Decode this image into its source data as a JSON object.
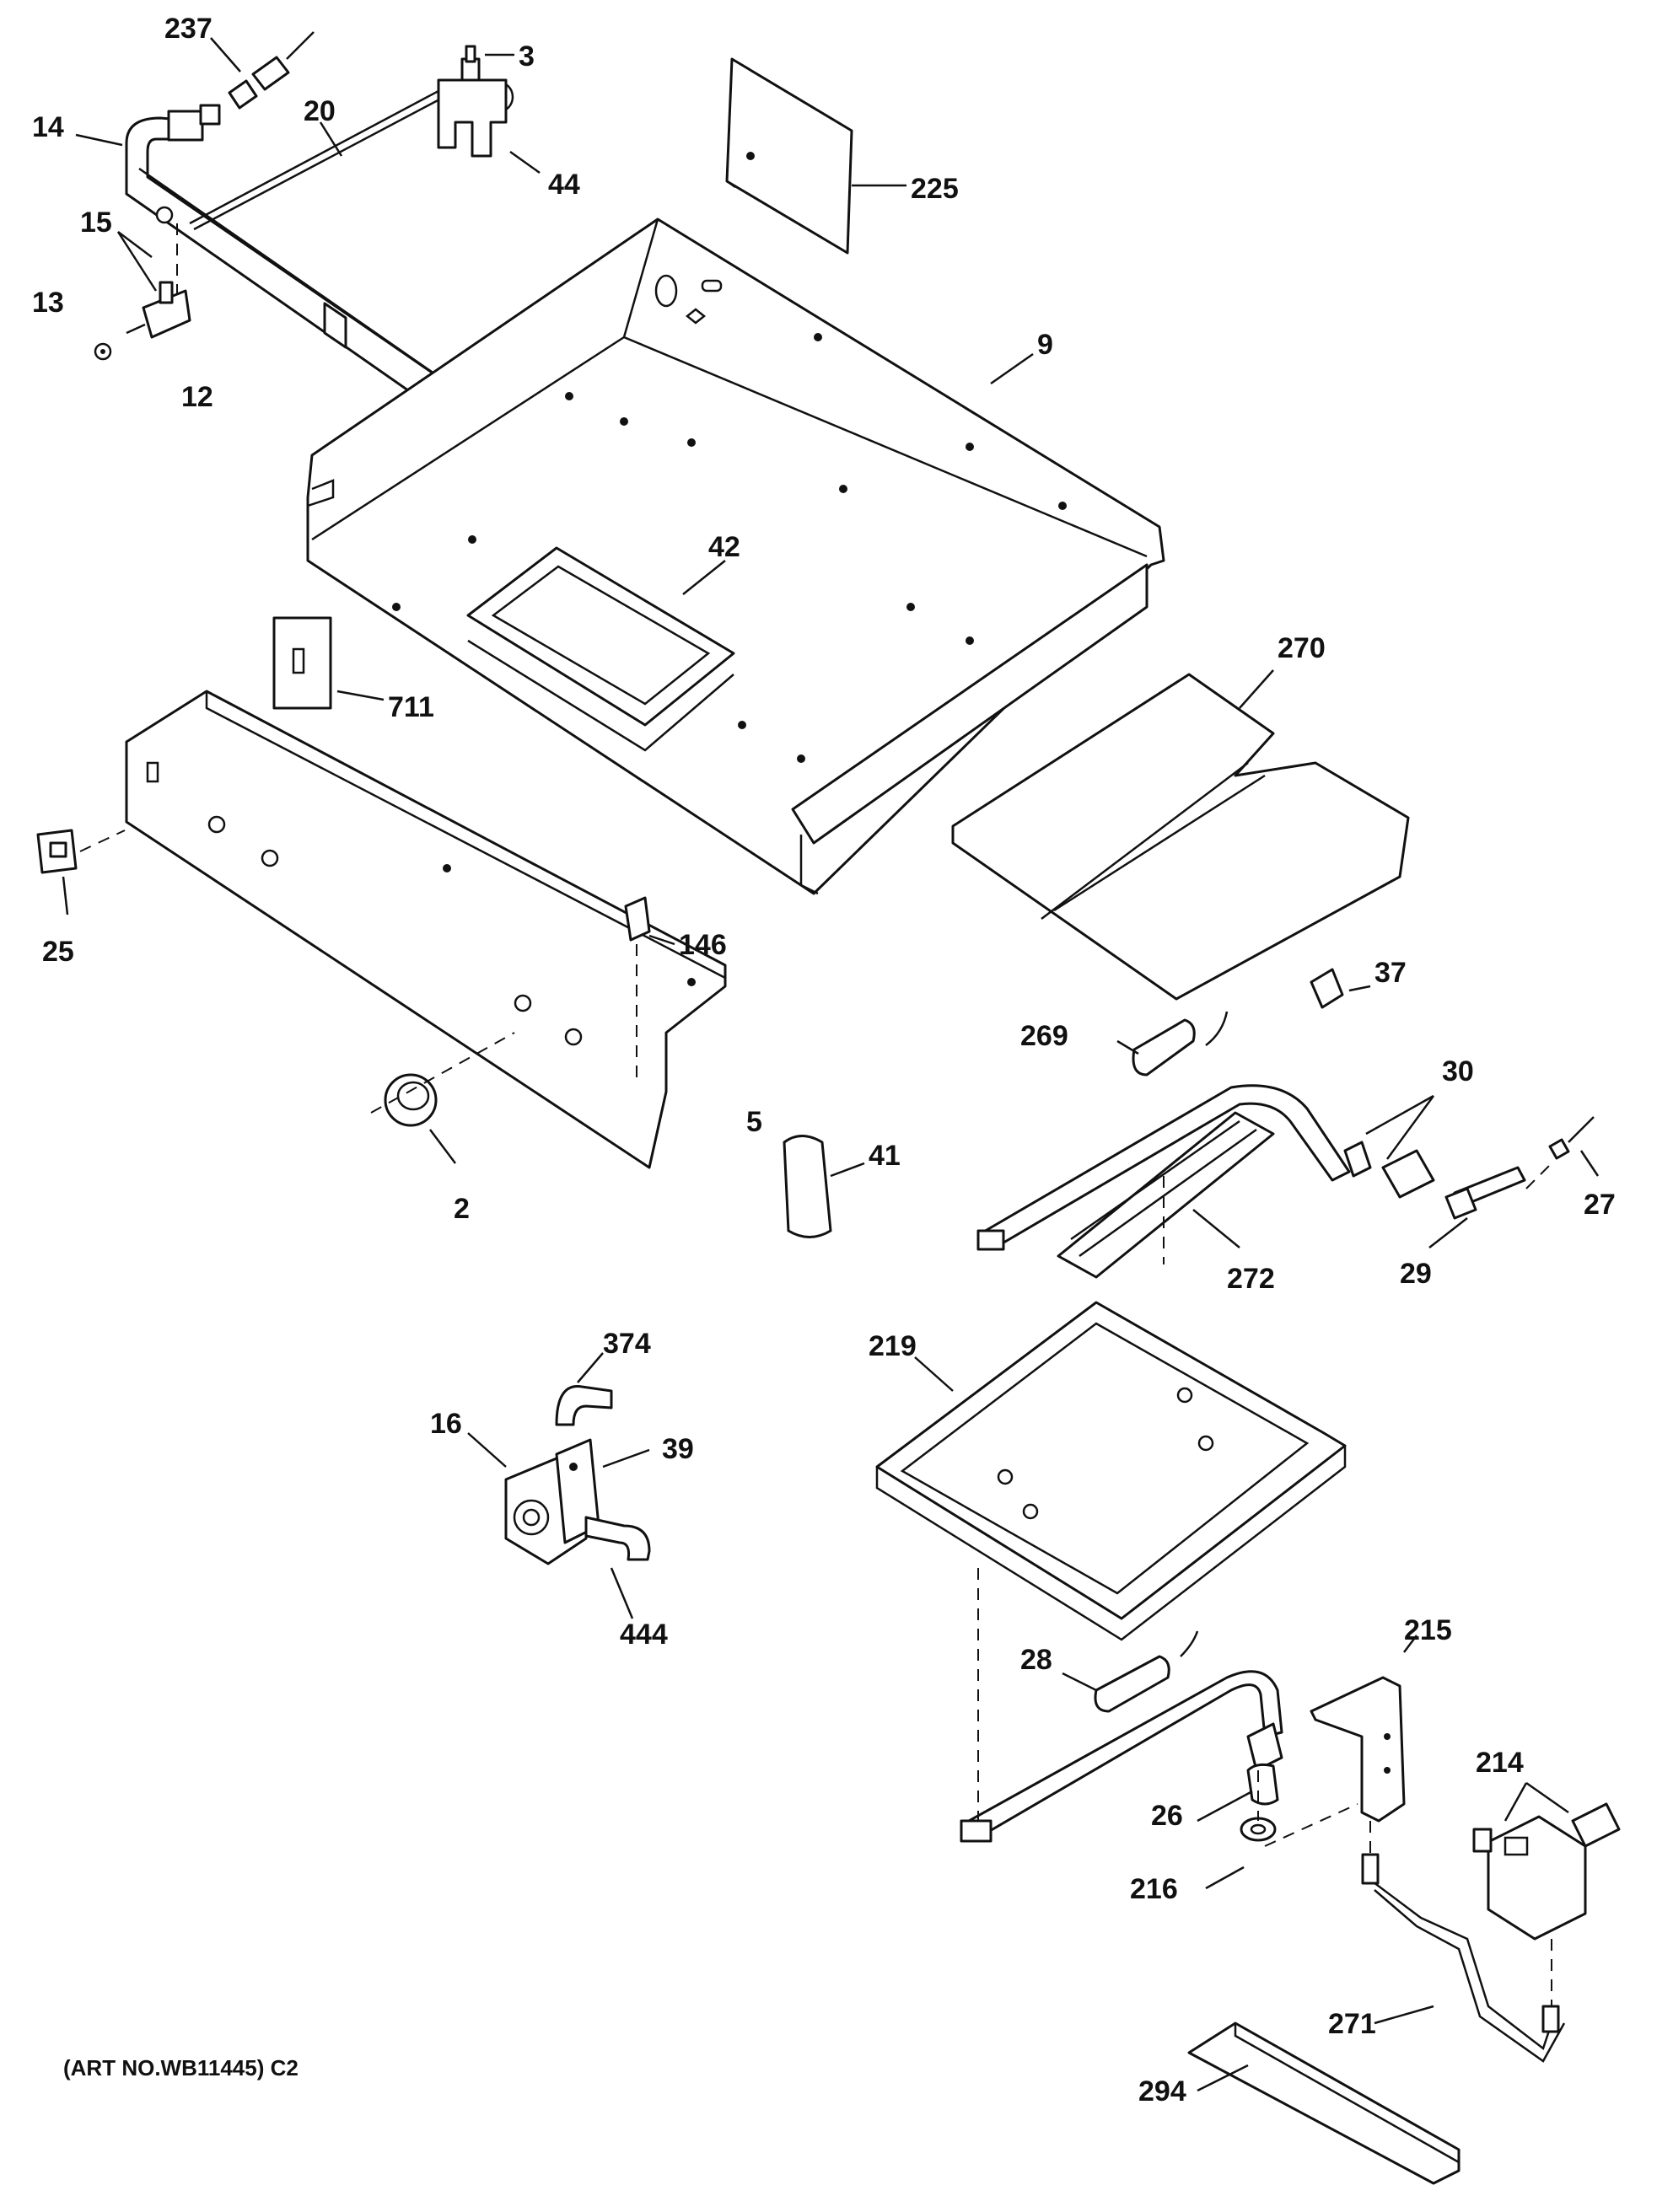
{
  "art_number": "(ART NO.WB11445) C2",
  "labels": {
    "l237": "237",
    "l3": "3",
    "l14": "14",
    "l20": "20",
    "l44": "44",
    "l225": "225",
    "l15": "15",
    "l13": "13",
    "l12": "12",
    "l9": "9",
    "l42": "42",
    "l711": "711",
    "l270": "270",
    "l25": "25",
    "l146": "146",
    "l37": "37",
    "l269": "269",
    "l30": "30",
    "l5": "5",
    "l41": "41",
    "l2": "2",
    "l27": "27",
    "l272": "272",
    "l29": "29",
    "l374": "374",
    "l219": "219",
    "l16": "16",
    "l39": "39",
    "l444": "444",
    "l215": "215",
    "l28": "28",
    "l214": "214",
    "l26": "26",
    "l216": "216",
    "l271": "271",
    "l294": "294"
  }
}
